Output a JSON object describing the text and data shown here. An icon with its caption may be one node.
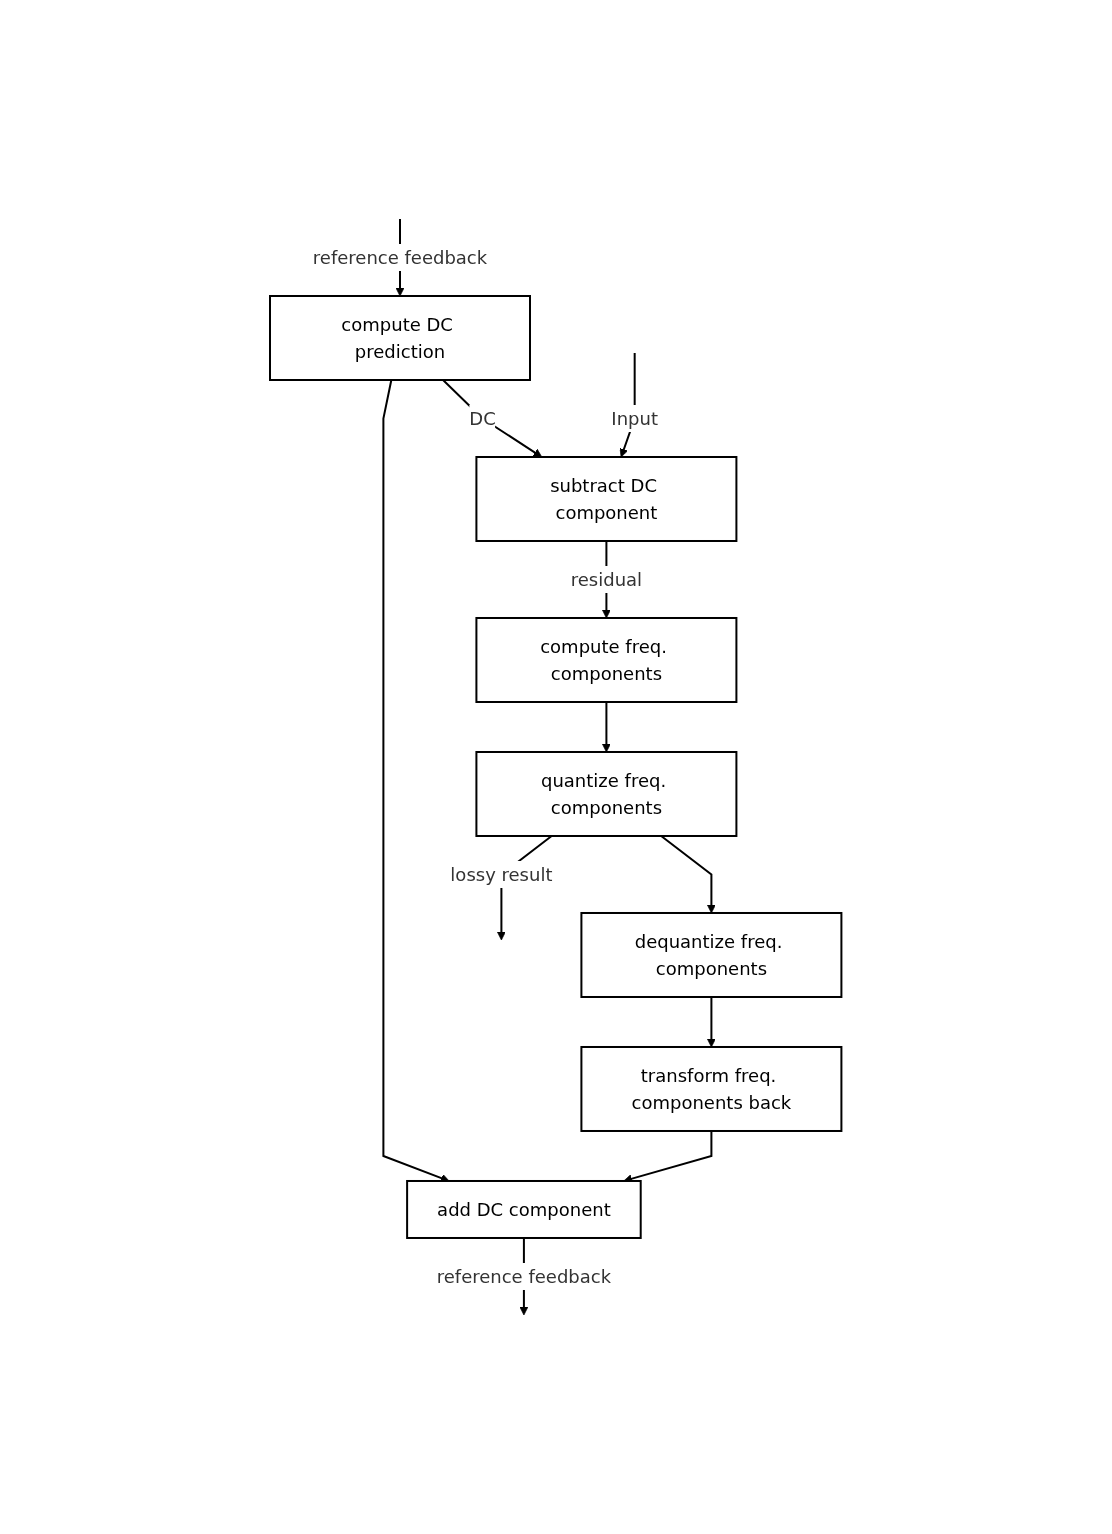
{
  "diagram": {
    "nodes": [
      {
        "text": [
          "compute DC prediction"
        ]
      },
      {
        "text": [
          "subtract DC component"
        ]
      },
      {
        "text": [
          "compute freq. components"
        ]
      },
      {
        "text": [
          "quantize freq. components"
        ]
      },
      {
        "text": [
          "dequantize freq. components"
        ]
      },
      {
        "text": [
          "transform freq. components back"
        ]
      },
      {
        "text": [
          "add DC component"
        ]
      }
    ],
    "edges": [
      {
        "from": null,
        "to": 0,
        "arrow": "to",
        "label": "reference feedback"
      },
      {
        "from": 0,
        "to": 1,
        "arrow": "to",
        "label": "DC"
      },
      {
        "from": null,
        "to": 1,
        "arrow": "to",
        "label": "Input"
      },
      {
        "from": 1,
        "to": 2,
        "arrow": "to",
        "label": "residual"
      },
      {
        "from": 2,
        "to": 3,
        "arrow": "to"
      },
      {
        "from": 3,
        "to": 4,
        "arrow": "to"
      },
      {
        "from": 3,
        "to": null,
        "arrow": "to",
        "label": "lossy result"
      },
      {
        "from": 4,
        "to": 5,
        "arrow": "to"
      },
      {
        "from": 5,
        "to": 6,
        "arrow": "to"
      },
      {
        "from": 0,
        "to": 6,
        "arrow": "to"
      },
      {
        "from": 6,
        "to": null,
        "arrow": "to",
        "label": "reference feedback"
      }
    ]
  }
}
